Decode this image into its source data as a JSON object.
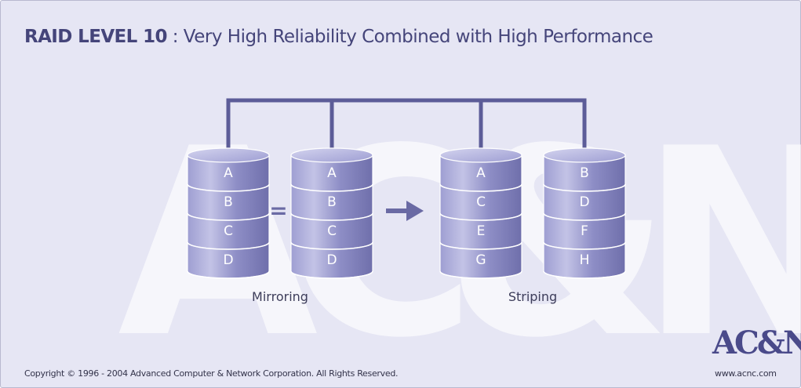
{
  "title": {
    "strong": "RAID LEVEL 10",
    "rest": " : Very High Reliability Combined with High Performance"
  },
  "watermark": "AC&NC",
  "operators": {
    "equals": "="
  },
  "groups": [
    {
      "label": "Mirroring",
      "disks": [
        {
          "blocks": [
            "A",
            "B",
            "C",
            "D"
          ]
        },
        {
          "blocks": [
            "A",
            "B",
            "C",
            "D"
          ]
        }
      ]
    },
    {
      "label": "Striping",
      "disks": [
        {
          "blocks": [
            "A",
            "C",
            "E",
            "G"
          ]
        },
        {
          "blocks": [
            "B",
            "D",
            "F",
            "H"
          ]
        }
      ]
    }
  ],
  "footer": {
    "copyright": "Copyright © 1996 - 2004 Advanced Computer & Network Corporation. All Rights Reserved.",
    "logo": "AC&NC",
    "url": "www.acnc.com"
  },
  "colors": {
    "background": "#e6e6f4",
    "disk_body": "#8a8ac4",
    "disk_light": "#b9b9e2",
    "bus": "#5c5c98",
    "title": "#45457a"
  }
}
